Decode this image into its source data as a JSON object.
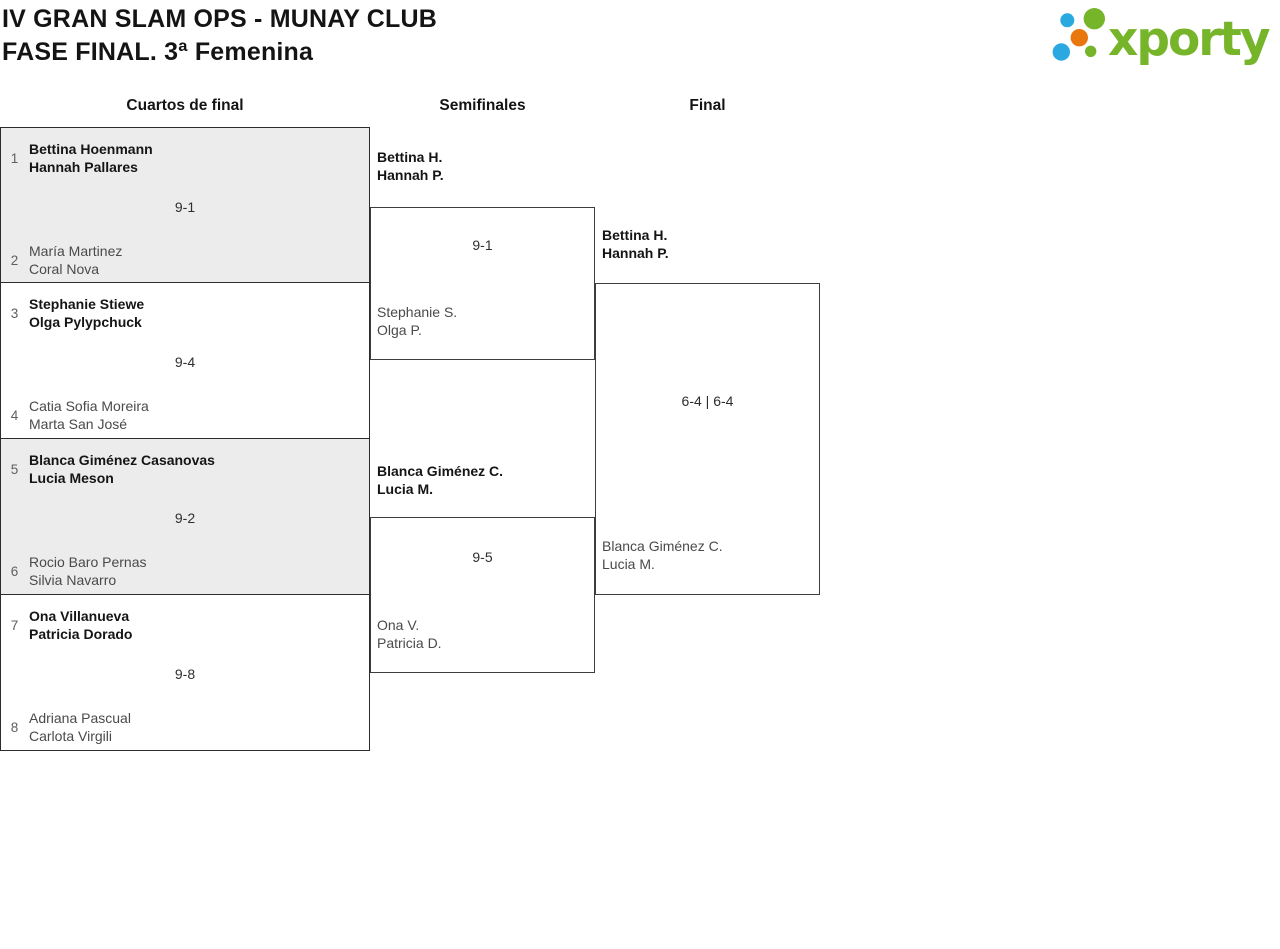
{
  "header": {
    "title_line1": "IV GRAN SLAM OPS - MUNAY CLUB",
    "title_line2": "FASE FINAL. 3ª Femenina"
  },
  "logo": {
    "text": "xporty",
    "colors": {
      "green": "#76b52a",
      "blue": "#29a9e0",
      "orange": "#e8780e"
    }
  },
  "round_headers": {
    "quarterfinals": "Cuartos de final",
    "semifinals": "Semifinales",
    "final": "Final"
  },
  "bracket": {
    "quarterfinals": [
      {
        "seed_top": "1",
        "top": [
          "Bettina Hoenmann",
          "Hannah Pallares"
        ],
        "score": "9-1",
        "seed_bottom": "2",
        "bottom": [
          "María Martinez",
          "Coral Nova"
        ]
      },
      {
        "seed_top": "3",
        "top": [
          "Stephanie Stiewe",
          "Olga Pylypchuck"
        ],
        "score": "9-4",
        "seed_bottom": "4",
        "bottom": [
          "Catia Sofia Moreira",
          "Marta San José"
        ]
      },
      {
        "seed_top": "5",
        "top": [
          "Blanca Giménez Casanovas",
          "Lucia Meson"
        ],
        "score": "9-2",
        "seed_bottom": "6",
        "bottom": [
          "Rocio Baro Pernas",
          "Silvia Navarro"
        ]
      },
      {
        "seed_top": "7",
        "top": [
          "Ona Villanueva",
          "Patricia Dorado"
        ],
        "score": "9-8",
        "seed_bottom": "8",
        "bottom": [
          "Adriana Pascual",
          "Carlota Virgili"
        ]
      }
    ],
    "semifinals": [
      {
        "top": [
          "Bettina H.",
          "Hannah P."
        ],
        "score": "9-1",
        "bottom": [
          "Stephanie S.",
          "Olga P."
        ]
      },
      {
        "top": [
          "Blanca Giménez C.",
          "Lucia M."
        ],
        "score": "9-5",
        "bottom": [
          "Ona V.",
          "Patricia D."
        ]
      }
    ],
    "final": {
      "top": [
        "Bettina H.",
        "Hannah P."
      ],
      "score": "6-4 | 6-4",
      "bottom": [
        "Blanca Giménez C.",
        "Lucia M."
      ]
    }
  },
  "colors": {
    "shaded_box": "#ececec",
    "line": "#2c2c2c"
  }
}
